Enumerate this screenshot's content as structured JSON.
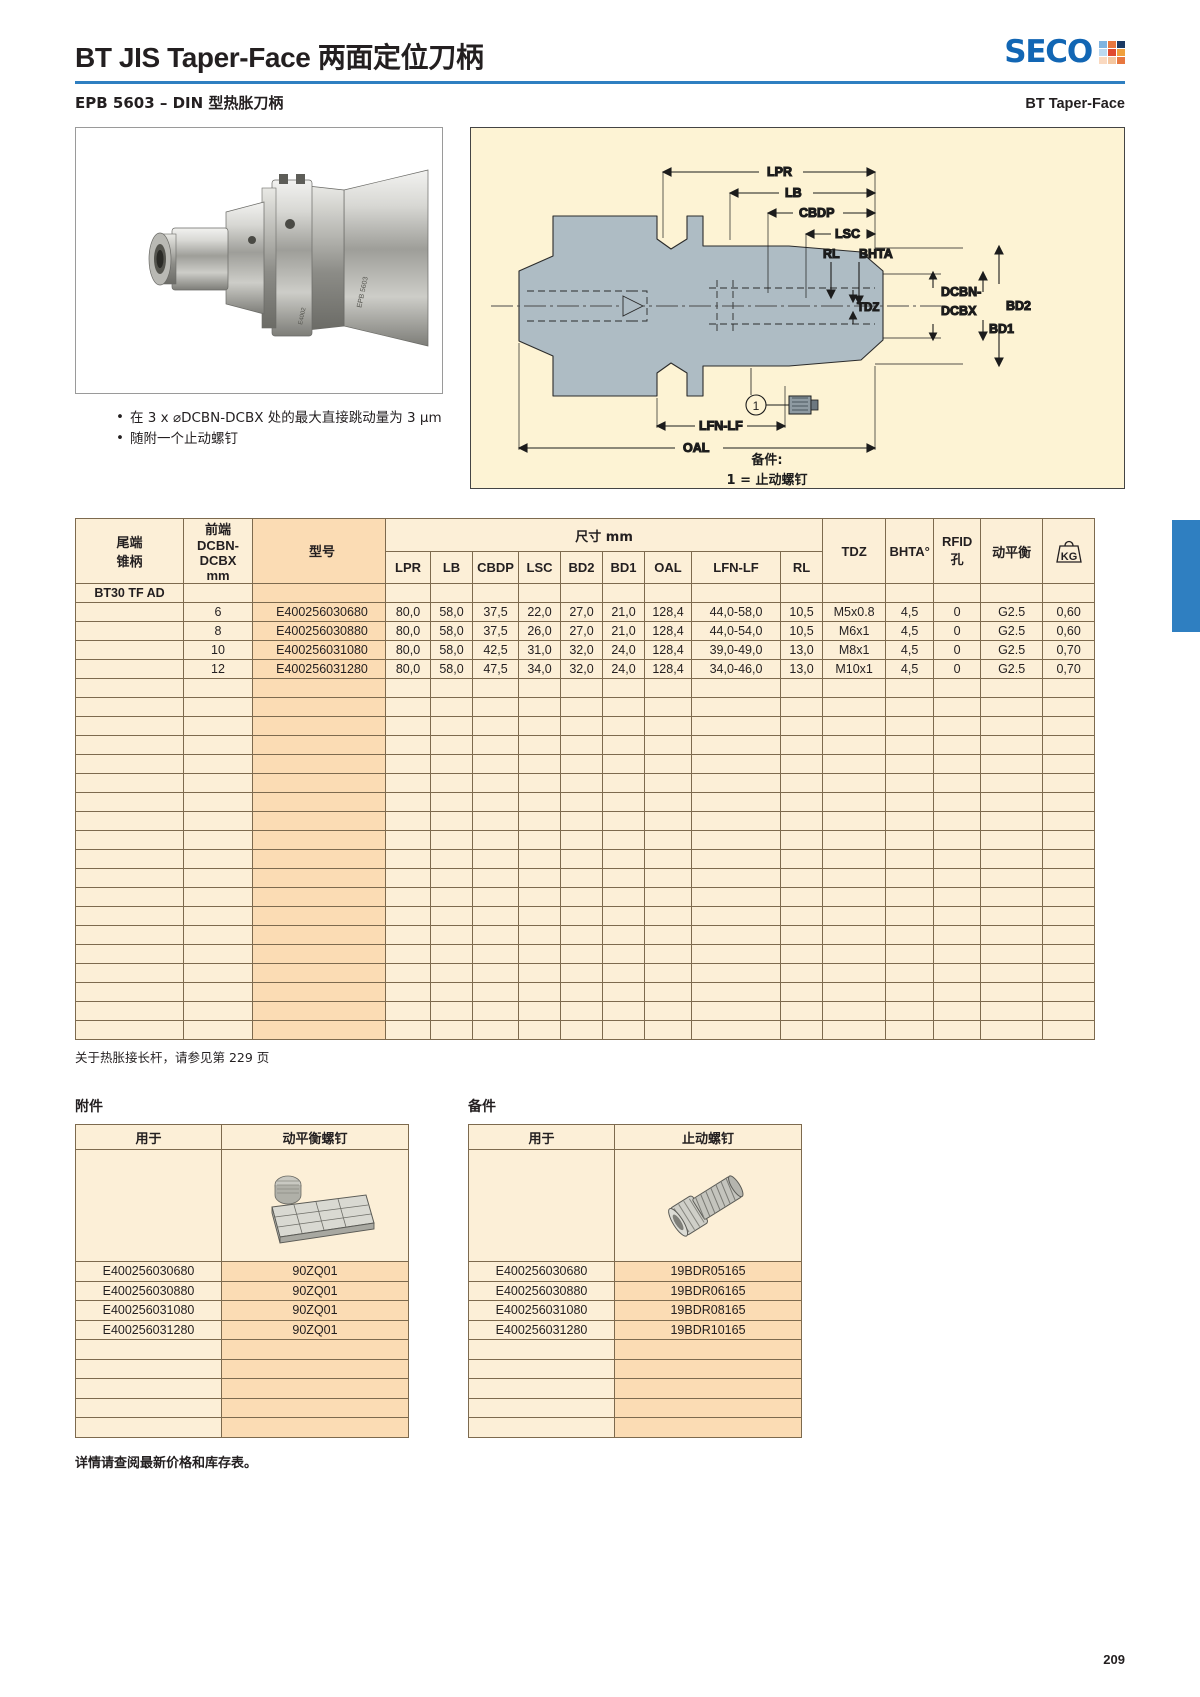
{
  "header": {
    "title_en": "BT JIS Taper-Face ",
    "title_cn": "两面定位刀柄",
    "logo_text": "SECO",
    "subtitle_left": "EPB 5603 – DIN 型热胀刀柄",
    "subtitle_right": "BT Taper-Face",
    "logo_colors": [
      "#7fb3e0",
      "#e8773f",
      "#1b3a63",
      "#bcd9f0",
      "#e04a2f",
      "#f0a03c",
      "#fad9c0",
      "#f4c7a0",
      "#e8773f"
    ]
  },
  "diagram": {
    "labels": [
      "LPR",
      "LB",
      "CBDP",
      "LSC",
      "RL",
      "BHTA",
      "TDZ",
      "DCBN-",
      "DCBX",
      "BD2",
      "BD1",
      "LFN-LF",
      "OAL"
    ],
    "callout_number": "1",
    "spare_caption": "备件:",
    "spare_line": "1 = 止动螺钉"
  },
  "notes": [
    "在 3 x ⌀DCBN-DCBX 处的最大直接跳动量为 3 μm",
    "随附一个止动螺钉"
  ],
  "main_table": {
    "headers": {
      "shank": "尾端\n锥柄",
      "shank_l1": "尾端",
      "shank_l2": "锥柄",
      "front_l1": "前端",
      "front_l2": "DCBN-",
      "front_l3": "DCBX",
      "front_l4": "mm",
      "model": "型号",
      "dim_group": "尺寸 mm",
      "cols": [
        "LPR",
        "LB",
        "CBDP",
        "LSC",
        "BD2",
        "BD1",
        "OAL",
        "LFN-LF",
        "RL"
      ],
      "tdz": "TDZ",
      "bhta": "BHTA°",
      "rfid_l1": "RFID",
      "rfid_l2": "孔",
      "balance": "动平衡",
      "weight": "KG"
    },
    "group_label": "BT30 TF AD",
    "rows": [
      {
        "dcbn": "6",
        "model": "E400256030680",
        "lpr": "80,0",
        "lb": "58,0",
        "cbdp": "37,5",
        "lsc": "22,0",
        "bd2": "27,0",
        "bd1": "21,0",
        "oal": "128,4",
        "lfnlf": "44,0-58,0",
        "rl": "10,5",
        "tdz": "M5x0.8",
        "bhta": "4,5",
        "rfid": "0",
        "bal": "G2.5",
        "kg": "0,60"
      },
      {
        "dcbn": "8",
        "model": "E400256030880",
        "lpr": "80,0",
        "lb": "58,0",
        "cbdp": "37,5",
        "lsc": "26,0",
        "bd2": "27,0",
        "bd1": "21,0",
        "oal": "128,4",
        "lfnlf": "44,0-54,0",
        "rl": "10,5",
        "tdz": "M6x1",
        "bhta": "4,5",
        "rfid": "0",
        "bal": "G2.5",
        "kg": "0,60"
      },
      {
        "dcbn": "10",
        "model": "E400256031080",
        "lpr": "80,0",
        "lb": "58,0",
        "cbdp": "42,5",
        "lsc": "31,0",
        "bd2": "32,0",
        "bd1": "24,0",
        "oal": "128,4",
        "lfnlf": "39,0-49,0",
        "rl": "13,0",
        "tdz": "M8x1",
        "bhta": "4,5",
        "rfid": "0",
        "bal": "G2.5",
        "kg": "0,70"
      },
      {
        "dcbn": "12",
        "model": "E400256031280",
        "lpr": "80,0",
        "lb": "58,0",
        "cbdp": "47,5",
        "lsc": "34,0",
        "bd2": "32,0",
        "bd1": "24,0",
        "oal": "128,4",
        "lfnlf": "34,0-46,0",
        "rl": "13,0",
        "tdz": "M10x1",
        "bhta": "4,5",
        "rfid": "0",
        "bal": "G2.5",
        "kg": "0,70"
      }
    ],
    "empty_rows": 19,
    "note": "关于热胀接长杆，请参见第 229 页"
  },
  "accessories": {
    "caption": "附件",
    "col1": "用于",
    "col2": "动平衡螺钉",
    "rows": [
      {
        "for": "E400256030680",
        "item": "90ZQ01"
      },
      {
        "for": "E400256030880",
        "item": "90ZQ01"
      },
      {
        "for": "E400256031080",
        "item": "90ZQ01"
      },
      {
        "for": "E400256031280",
        "item": "90ZQ01"
      }
    ],
    "empty_rows": 5
  },
  "spares": {
    "caption": "备件",
    "col1": "用于",
    "col2": "止动螺钉",
    "rows": [
      {
        "for": "E400256030680",
        "item": "19BDR05165"
      },
      {
        "for": "E400256030880",
        "item": "19BDR06165"
      },
      {
        "for": "E400256031080",
        "item": "19BDR08165"
      },
      {
        "for": "E400256031280",
        "item": "19BDR10165"
      }
    ],
    "empty_rows": 5
  },
  "footer": {
    "note": "详情请查阅最新价格和库存表。",
    "page_number": "209"
  }
}
